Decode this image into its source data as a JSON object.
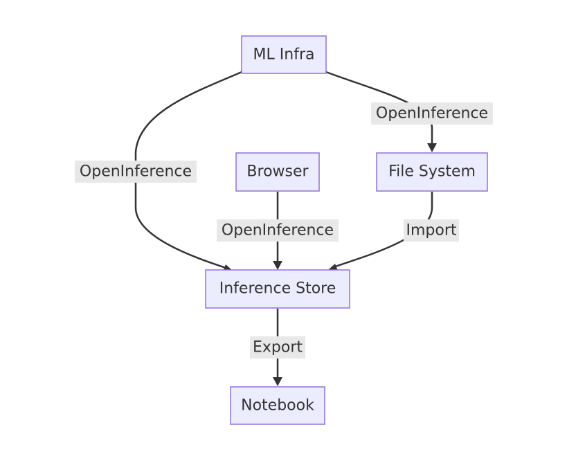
{
  "colors": {
    "node_fill": "#ECECFF",
    "node_stroke": "#9370DB",
    "edge": "#333333",
    "label_bg": "#e8e8e8",
    "text": "#333333"
  },
  "nodes": {
    "ml_infra": {
      "label": "ML Infra"
    },
    "browser": {
      "label": "Browser"
    },
    "file_system": {
      "label": "File System"
    },
    "inference_store": {
      "label": "Inference Store"
    },
    "notebook": {
      "label": "Notebook"
    }
  },
  "edges": {
    "ml_to_store": {
      "from": "ML Infra",
      "to": "Inference Store",
      "label": "OpenInference"
    },
    "ml_to_fs": {
      "from": "ML Infra",
      "to": "File System",
      "label": "OpenInference"
    },
    "browser_to_store": {
      "from": "Browser",
      "to": "Inference Store",
      "label": "OpenInference"
    },
    "fs_to_store": {
      "from": "File System",
      "to": "Inference Store",
      "label": "Import"
    },
    "store_to_notebook": {
      "from": "Inference Store",
      "to": "Notebook",
      "label": "Export"
    }
  }
}
